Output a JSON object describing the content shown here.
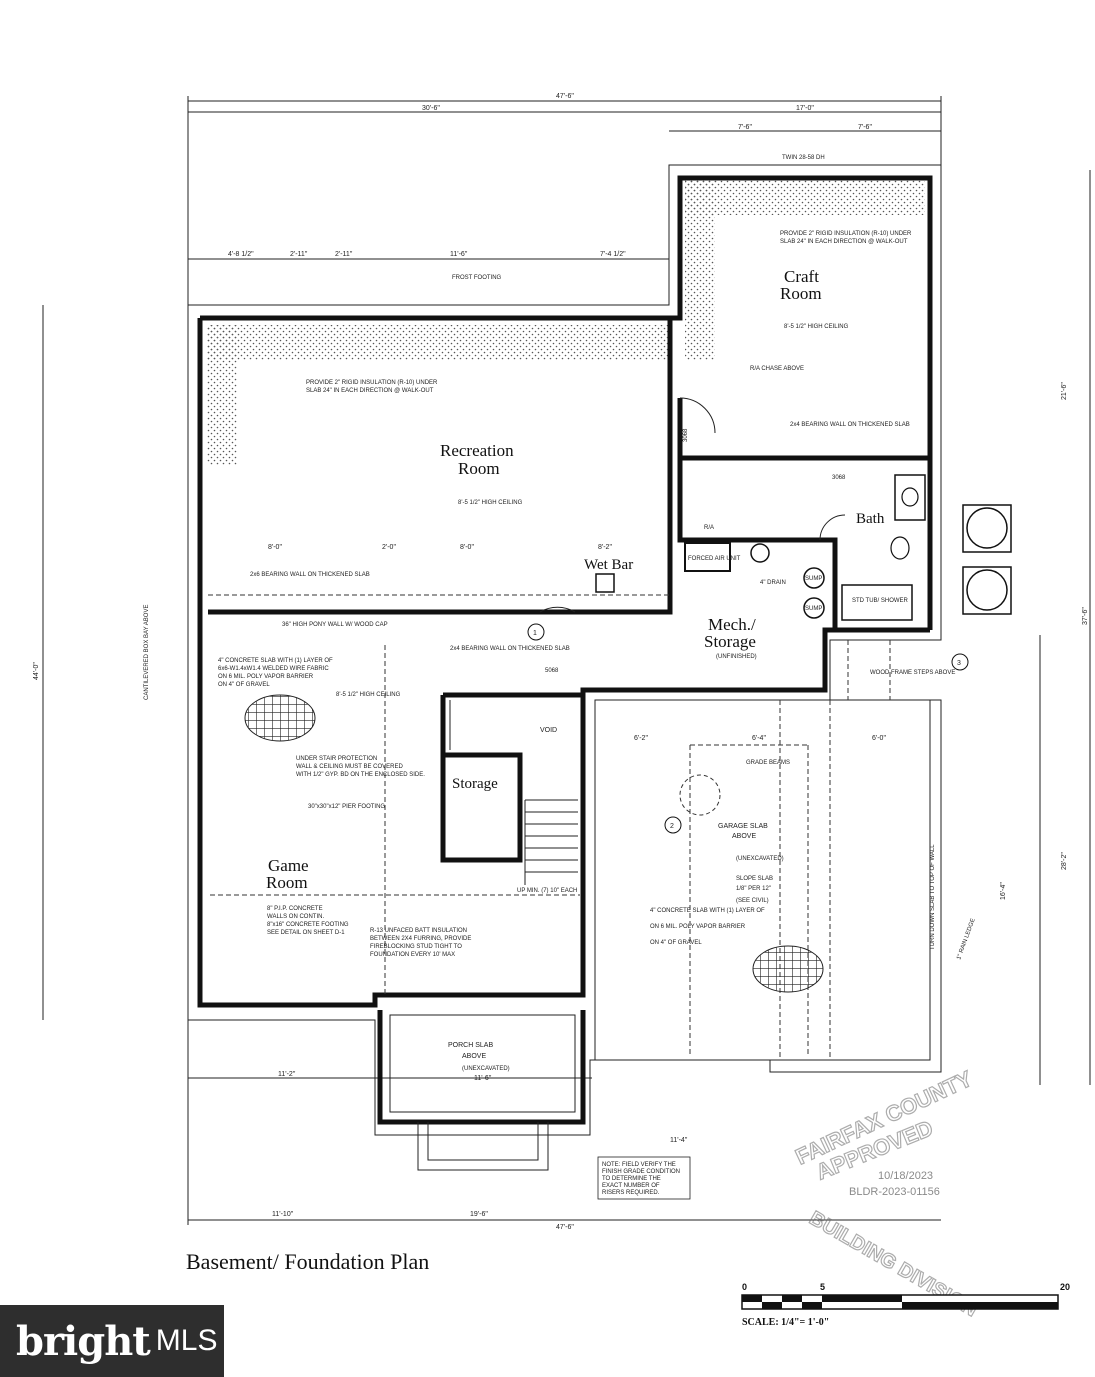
{
  "title": "Basement/ Foundation Plan",
  "rooms": {
    "recreation_1": "Recreation",
    "recreation_2": "Room",
    "craft_1": "Craft",
    "craft_2": "Room",
    "game_1": "Game",
    "game_2": "Room",
    "mech_1": "Mech./",
    "mech_2": "Storage",
    "mech_note": "(UNFINISHED)",
    "storage": "Storage",
    "bath": "Bath",
    "wet_bar": "Wet Bar",
    "void": "VOID",
    "garage_1": "GARAGE SLAB",
    "garage_2": "ABOVE",
    "garage_note": "(UNEXCAVATED)",
    "porch_1": "PORCH SLAB",
    "porch_2": "ABOVE",
    "porch_note": "(UNEXCAVATED)"
  },
  "dimensions": {
    "overall_top": "47'-6\"",
    "top_left": "30'-6\"",
    "top_right": "17'-0\"",
    "craft_a": "7'-6\"",
    "craft_b": "7'-6\"",
    "rec_a": "4'-8 1/2\"",
    "rec_b": "2'-11\"",
    "rec_c": "2'-11\"",
    "rec_d": "11'-6\"",
    "rec_e": "7'-4 1/2\"",
    "mid_a": "8'-0\"",
    "mid_b": "2'-0\"",
    "mid_c": "8'-0\"",
    "mid_d": "8'-2\"",
    "garage_a": "6'-2\"",
    "garage_b": "6'-4\"",
    "garage_c": "6'-0\"",
    "bottom_a": "11'-2\"",
    "bottom_b": "11'-6\"",
    "bottom_c": "11'-4\"",
    "bottom_d": "11'-10\"",
    "bottom_e": "19'-6\"",
    "overall_bottom": "47'-6\"",
    "left_total": "44'-0\"",
    "right_total": "37'-6\"",
    "right_upper": "21'-6\"",
    "right_lower": "28'-2\"",
    "right_mid": "16'-4\""
  },
  "notes": {
    "frost_footing": "FROST FOOTING",
    "rigid_1": "PROVIDE 2\" RIGID INSULATION (R-10) UNDER",
    "rigid_2": "SLAB 24\" IN EACH DIRECTION @ WALK-OUT",
    "ceiling_rec": "8'-5 1/2\" HIGH CEILING",
    "ceiling_craft": "8'-5 1/2\" HIGH CEILING",
    "ceiling_game": "8'-5 1/2\" HIGH CEILING",
    "bearing_1": "2x6 BEARING WALL ON THICKENED SLAB",
    "bearing_2": "2x4 BEARING WALL ON THICKENED SLAB",
    "bearing_3": "2x4 BEARING WALL ON THICKENED SLAB",
    "pony_wall": "36\" HIGH PONY WALL W/ WOOD CAP",
    "ra_chase": "R/A CHASE ABOVE",
    "ra": "R/A",
    "forced_air": "FORCED AIR UNIT",
    "drain": "4\" DRAIN",
    "sump": "SUMP",
    "tub": "STD TUB/ SHOWER",
    "wood_frame": "WOOD FRAME STEPS ABOVE",
    "stair_1": "UNDER STAIR PROTECTION",
    "stair_2": "WALL & CEILING MUST BE COVERED",
    "stair_3": "WITH 1/2\" GYP. BD ON THE ENCLOSED SIDE.",
    "pier": "30\"x30\"x12\" PIER FOOTING",
    "slab_1": "4\" CONCRETE SLAB WITH (1) LAYER OF",
    "slab_2": "6x6-W1.4xW1.4 WELDED WIRE FABRIC",
    "slab_3": "ON 6 MIL. POLY VAPOR BARRIER",
    "slab_4": "ON 4\" OF GRAVEL",
    "batt_1": "R-13 UNFACED BATT INSULATION",
    "batt_2": "BETWEEN 2X4 FURRING, PROVIDE",
    "batt_3": "FIREBLOCKING STUD TIGHT TO",
    "batt_4": "FOUNDATION EVERY 10' MAX",
    "pip_1": "8\" P.I.P. CONCRETE",
    "pip_2": "WALLS ON CONTIN.",
    "pip_3": "8\"x16\" CONCRETE FOOTING",
    "pip_4": "SEE DETAIL ON SHEET D-1",
    "grade_beams": "GRADE BEAMS",
    "slope_1": "SLOPE SLAB",
    "slope_2": "1/8\" PER 12\"",
    "slope_3": "(SEE CIVIL)",
    "field_1": "NOTE: FIELD VERIFY THE",
    "field_2": "FINISH GRADE CONDITION",
    "field_3": "TO DETERMINE THE",
    "field_4": "EXACT NUMBER OF",
    "field_5": "RISERS REQUIRED.",
    "door_3068": "3068",
    "door_5068": "5068",
    "door_3068b": "3068",
    "twin_window": "TWIN 28-58 DH",
    "void_up": "UP MIN. (7) 10\" EACH",
    "cantilevered": "CANTILEVERED BOX BAY ABOVE",
    "turn_down": "TURN DOWN SLAB TO TOP OF WALL",
    "rain_ledge": "1\" RAIN LEDGE"
  },
  "markers": {
    "m1": "1",
    "m2": "2",
    "m3": "3"
  },
  "stamp": {
    "word1": "FAIRFAX COUNTY",
    "word2": "APPROVED",
    "word3": "BUILDING DIVISION",
    "date": "10/18/2023",
    "permit": "BLDR-2023-01156"
  },
  "scale": {
    "n0": "0",
    "n5": "5",
    "n20": "20",
    "label": "SCALE: 1/4\"= 1'-0\""
  },
  "brand": {
    "name": "bright",
    "mls": "MLS"
  },
  "colors": {
    "wall": "#111111",
    "hatch": "#555555",
    "brand_bg": "#2e2e2e",
    "stamp": "#8a8a8a"
  }
}
